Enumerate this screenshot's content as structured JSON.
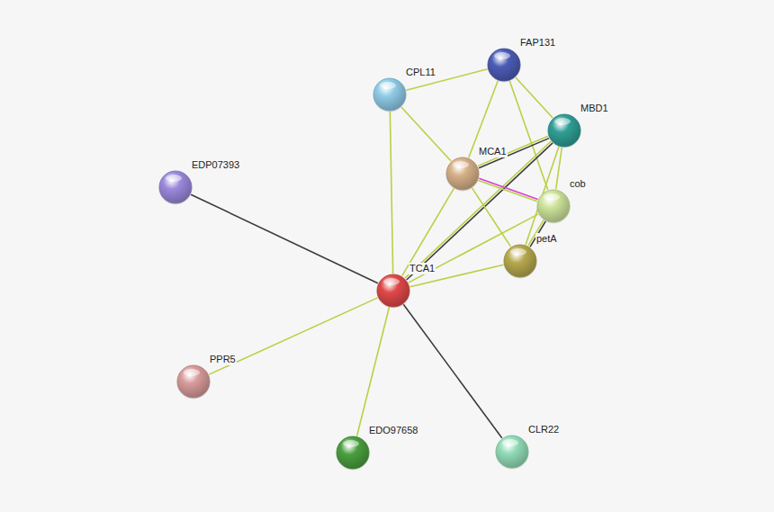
{
  "diagram": {
    "nodes": [
      {
        "text": [
          "FAP131"
        ]
      },
      {
        "text": [
          "CPL11"
        ]
      },
      {
        "text": [
          "MBD1"
        ]
      },
      {
        "text": [
          "MCA1"
        ]
      },
      {
        "text": [
          "EDP07393"
        ]
      },
      {
        "text": [
          "cob"
        ]
      },
      {
        "text": [
          "petA"
        ]
      },
      {
        "text": [
          "TCA1"
        ]
      },
      {
        "text": [
          "PPR5"
        ]
      },
      {
        "text": [
          "EDO97658"
        ]
      },
      {
        "text": [
          "CLR22"
        ]
      }
    ],
    "edges": [
      {
        "from": 1,
        "to": 0,
        "arrow": "none"
      },
      {
        "from": 1,
        "to": 3,
        "arrow": "none"
      },
      {
        "from": 1,
        "to": 7,
        "arrow": "none"
      },
      {
        "from": 0,
        "to": 3,
        "arrow": "none"
      },
      {
        "from": 0,
        "to": 2,
        "arrow": "none"
      },
      {
        "from": 0,
        "to": 5,
        "arrow": "none"
      },
      {
        "from": 2,
        "to": 3,
        "arrow": "none"
      },
      {
        "from": 2,
        "to": 7,
        "arrow": "none"
      },
      {
        "from": 2,
        "to": 5,
        "arrow": "none"
      },
      {
        "from": 2,
        "to": 6,
        "arrow": "none"
      },
      {
        "from": 3,
        "to": 5,
        "arrow": "none"
      },
      {
        "from": 3,
        "to": 6,
        "arrow": "none"
      },
      {
        "from": 3,
        "to": 7,
        "arrow": "none"
      },
      {
        "from": 5,
        "to": 6,
        "arrow": "none"
      },
      {
        "from": 5,
        "to": 7,
        "arrow": "none"
      },
      {
        "from": 6,
        "to": 7,
        "arrow": "none"
      },
      {
        "from": 7,
        "to": 4,
        "arrow": "none"
      },
      {
        "from": 7,
        "to": 8,
        "arrow": "none"
      },
      {
        "from": 7,
        "to": 9,
        "arrow": "none"
      },
      {
        "from": 7,
        "to": 10,
        "arrow": "none"
      }
    ]
  }
}
